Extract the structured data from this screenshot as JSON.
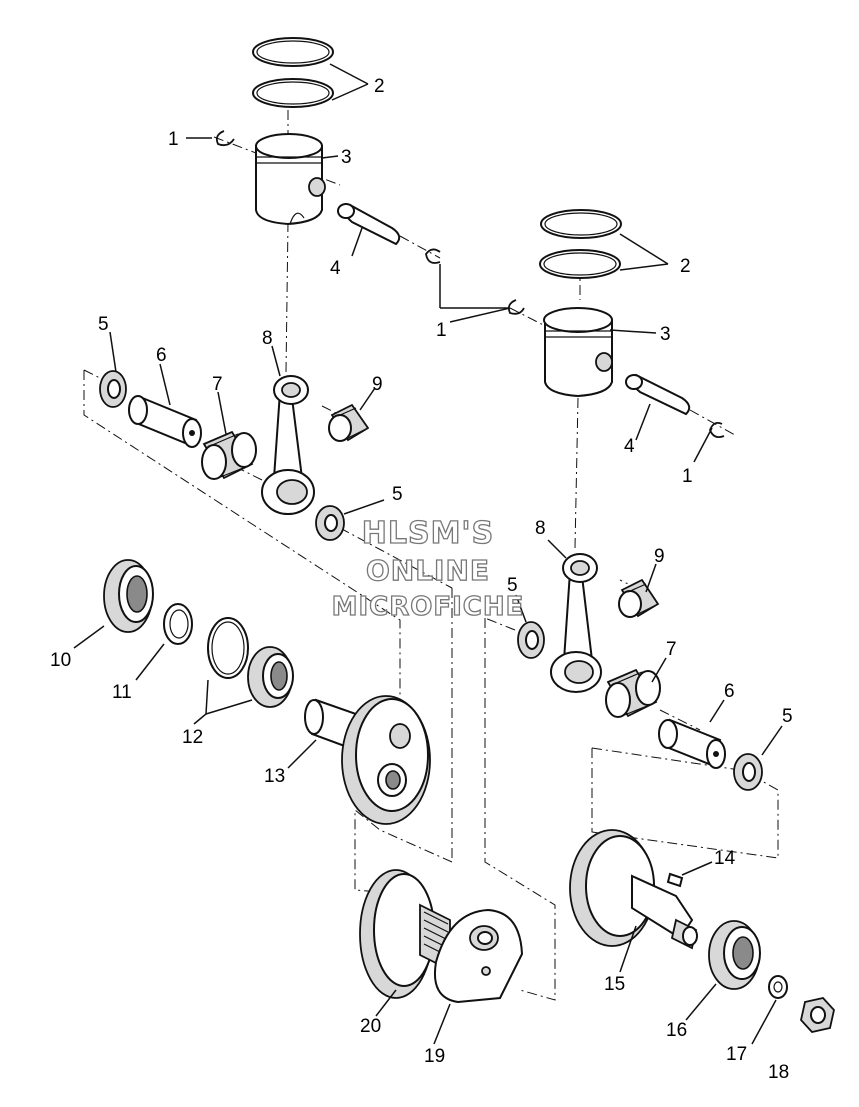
{
  "watermark": {
    "line1": "HLSM'S",
    "line2": "ONLINE",
    "line3": "MICROFICHE"
  },
  "callouts": [
    {
      "id": "c1a",
      "text": "1"
    },
    {
      "id": "c2a",
      "text": "2"
    },
    {
      "id": "c3a",
      "text": "3"
    },
    {
      "id": "c4a",
      "text": "4"
    },
    {
      "id": "c2b",
      "text": "2"
    },
    {
      "id": "c1b",
      "text": "1"
    },
    {
      "id": "c3b",
      "text": "3"
    },
    {
      "id": "c5a",
      "text": "5"
    },
    {
      "id": "c6a",
      "text": "6"
    },
    {
      "id": "c7a",
      "text": "7"
    },
    {
      "id": "c8a",
      "text": "8"
    },
    {
      "id": "c9a",
      "text": "9"
    },
    {
      "id": "c4b",
      "text": "4"
    },
    {
      "id": "c1c",
      "text": "1"
    },
    {
      "id": "c5b",
      "text": "5"
    },
    {
      "id": "c8b",
      "text": "8"
    },
    {
      "id": "c9b",
      "text": "9"
    },
    {
      "id": "c5c",
      "text": "5"
    },
    {
      "id": "c10",
      "text": "10"
    },
    {
      "id": "c11",
      "text": "11"
    },
    {
      "id": "c12",
      "text": "12"
    },
    {
      "id": "c13",
      "text": "13"
    },
    {
      "id": "c7b",
      "text": "7"
    },
    {
      "id": "c6b",
      "text": "6"
    },
    {
      "id": "c5d",
      "text": "5"
    },
    {
      "id": "c14",
      "text": "14"
    },
    {
      "id": "c15",
      "text": "15"
    },
    {
      "id": "c16",
      "text": "16"
    },
    {
      "id": "c17",
      "text": "17"
    },
    {
      "id": "c18",
      "text": "18"
    },
    {
      "id": "c19",
      "text": "19"
    },
    {
      "id": "c20",
      "text": "20"
    }
  ]
}
